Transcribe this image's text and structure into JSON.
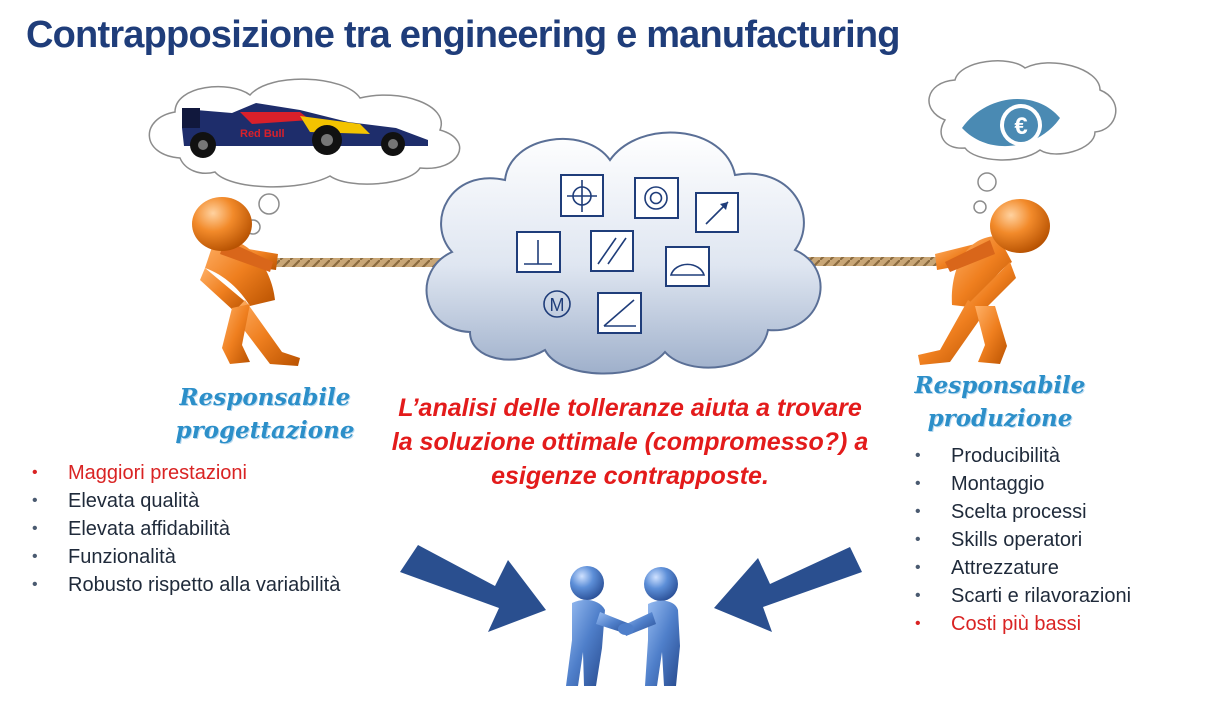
{
  "title": "Contrapposizione tra engineering e manufacturing",
  "left": {
    "role": "Responsabile progettazione",
    "items": [
      {
        "text": "Maggiori prestazioni",
        "highlight": true
      },
      {
        "text": "Elevata qualità",
        "highlight": false
      },
      {
        "text": "Elevata affidabilità",
        "highlight": false
      },
      {
        "text": "Funzionalità",
        "highlight": false
      },
      {
        "text": "Robusto rispetto alla variabilità",
        "highlight": false
      }
    ]
  },
  "right": {
    "role": "Responsabile produzione",
    "items": [
      {
        "text": "Producibilità",
        "highlight": false
      },
      {
        "text": "Montaggio",
        "highlight": false
      },
      {
        "text": "Scelta processi",
        "highlight": false
      },
      {
        "text": "Skills operatori",
        "highlight": false
      },
      {
        "text": "Attrezzature",
        "highlight": false
      },
      {
        "text": "Scarti e rilavorazioni",
        "highlight": false
      },
      {
        "text": "Costi più bassi",
        "highlight": true
      }
    ]
  },
  "center_message": "L’analisi delle tolleranze aiuta a trovare la soluzione ottimale (compromesso?) a esigenze contrapposte.",
  "cloud_symbol_text": "M",
  "car_livery_text": "Red Bull",
  "icons": {
    "left_thought": "race-car-icon",
    "right_thought": "euro-eye-icon",
    "center_symbols": [
      "position-symbol-icon",
      "concentricity-symbol-icon",
      "runout-symbol-icon",
      "perpendicularity-symbol-icon",
      "parallelism-symbol-icon",
      "profile-surface-symbol-icon",
      "max-material-modifier-icon",
      "angularity-symbol-icon"
    ],
    "bottom": "handshake-icon"
  },
  "colors": {
    "title": "#1f3d7a",
    "role": "#2c8fc9",
    "highlight": "#d92323",
    "figure_orange": "#e8751a",
    "figure_blue": "#3f6fbf",
    "arrow": "#2a4f8f",
    "symbol_box": "#1f3d7a"
  }
}
